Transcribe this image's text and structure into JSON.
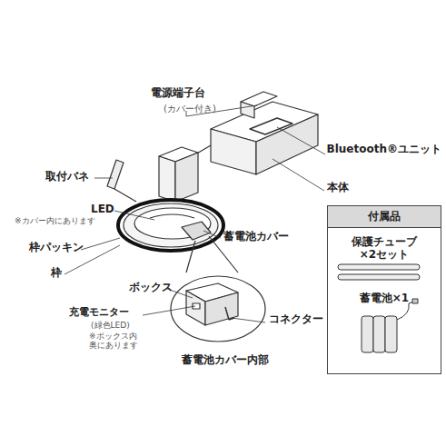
{
  "diagram": {
    "nodes": [
      {
        "text": [
          "付属品",
          "保護チューブ ×2セット",
          "蓄電池×1"
        ]
      }
    ],
    "labels": [
      "電源端子台",
      "(カバー付き)",
      "Bluetooth®ユニット",
      "取付バネ",
      "本体",
      "LED",
      "※カバー内にあります",
      "枠パッキン",
      "蓄電池カバー",
      "枠",
      "ボックス",
      "充電モニター",
      "(緑色LED)",
      "※ボックス内 奥にあります",
      "コネクター",
      "蓄電池カバー内部"
    ]
  }
}
